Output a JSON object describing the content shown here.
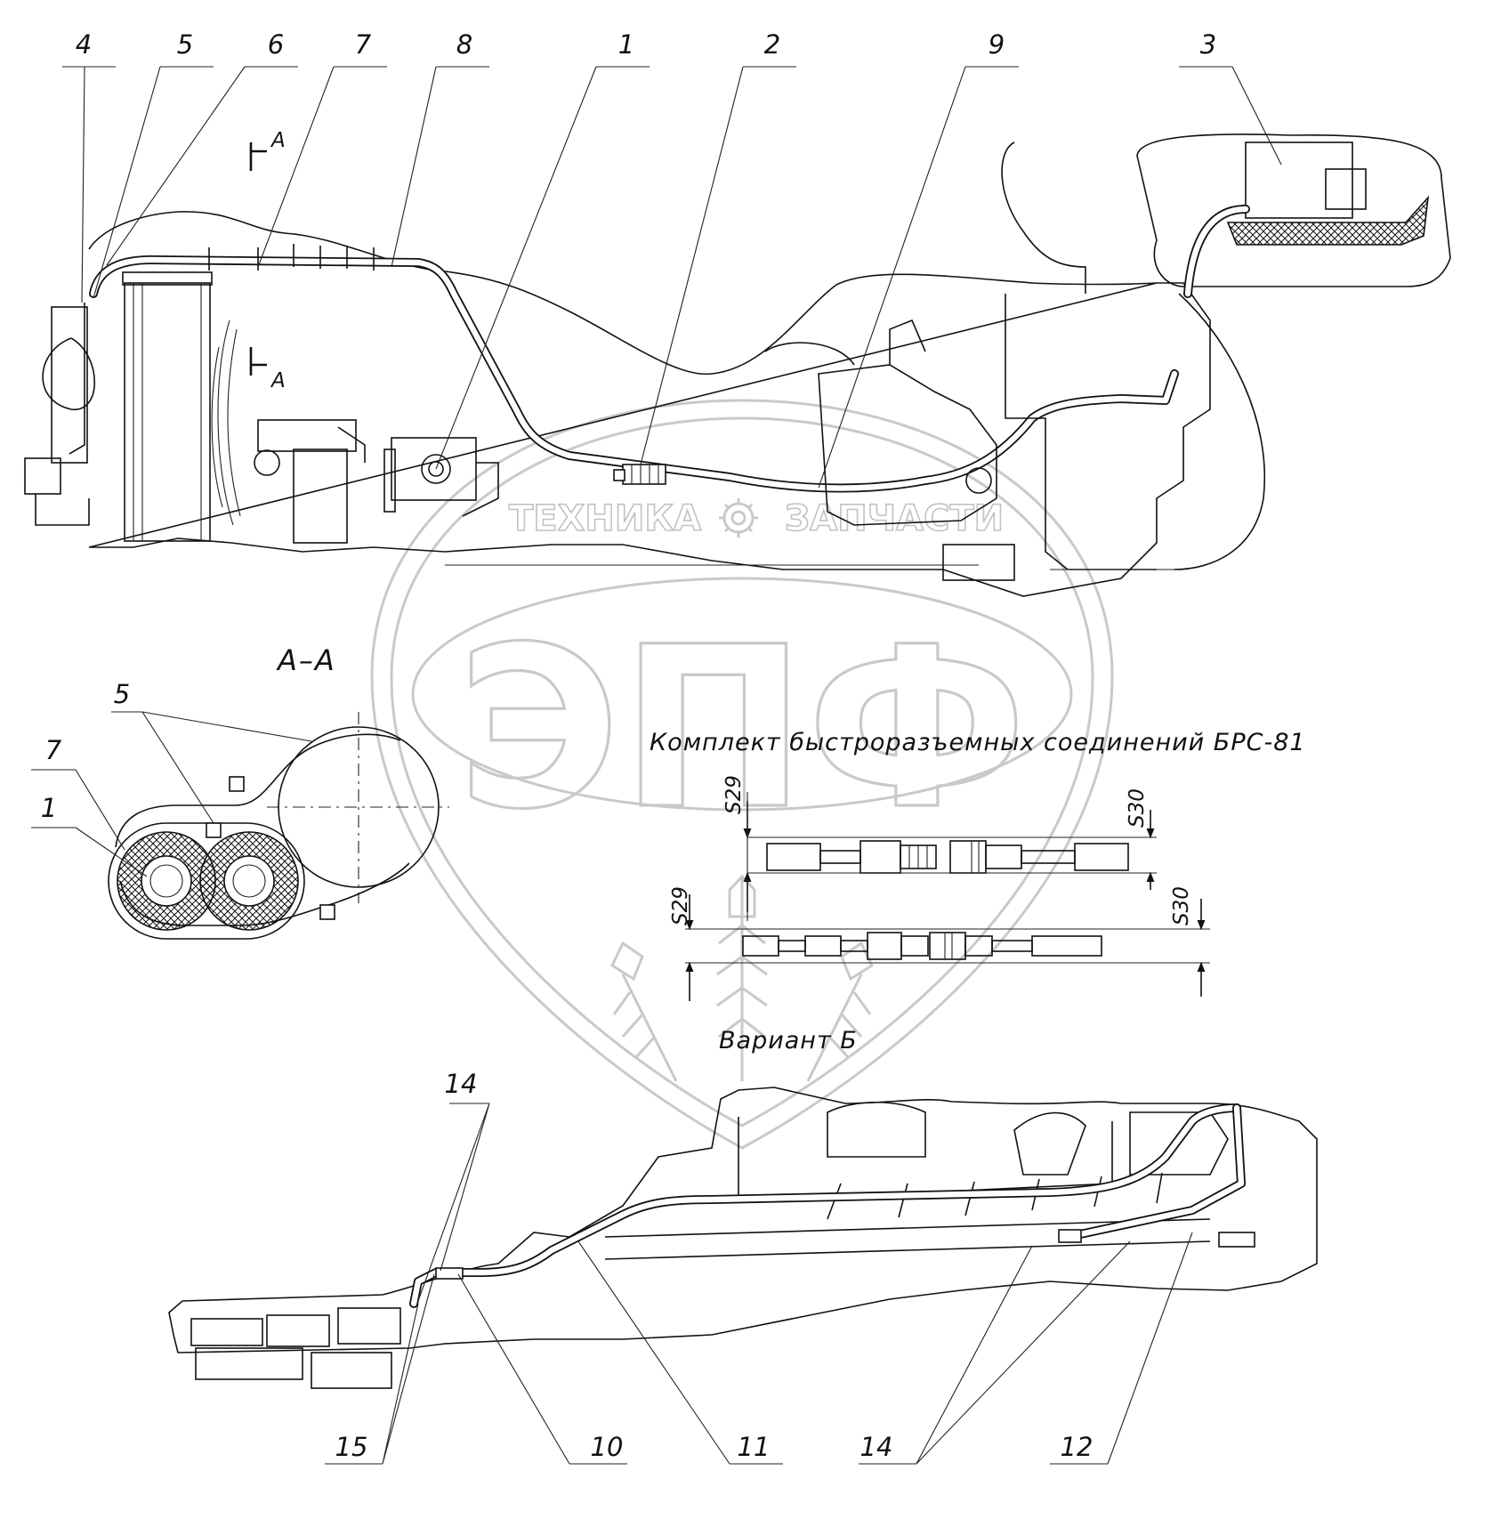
{
  "watermark": {
    "logo_text": "ЭПФ",
    "left_word": "ТЕХНИКА",
    "right_word": "ЗАПЧАСТИ",
    "gear_icon": "gear-icon",
    "wheat_icon": "wheat-icon"
  },
  "main_view": {
    "callouts": [
      "4",
      "5",
      "6",
      "7",
      "8",
      "1",
      "2",
      "9",
      "3"
    ],
    "section_mark": "А"
  },
  "section_view": {
    "title": "А–А",
    "callouts": [
      "5",
      "7",
      "1"
    ]
  },
  "brs_kit": {
    "caption": "Комплект быстроразъемных соединений БРС-81",
    "dims_top": [
      "S29",
      "S30"
    ],
    "dims_bottom": [
      "S29",
      "S30"
    ]
  },
  "variant_b": {
    "title": "Вариант Б",
    "callouts_top": [
      "14"
    ],
    "callouts_bottom": [
      "15",
      "10",
      "11",
      "14",
      "12"
    ]
  }
}
